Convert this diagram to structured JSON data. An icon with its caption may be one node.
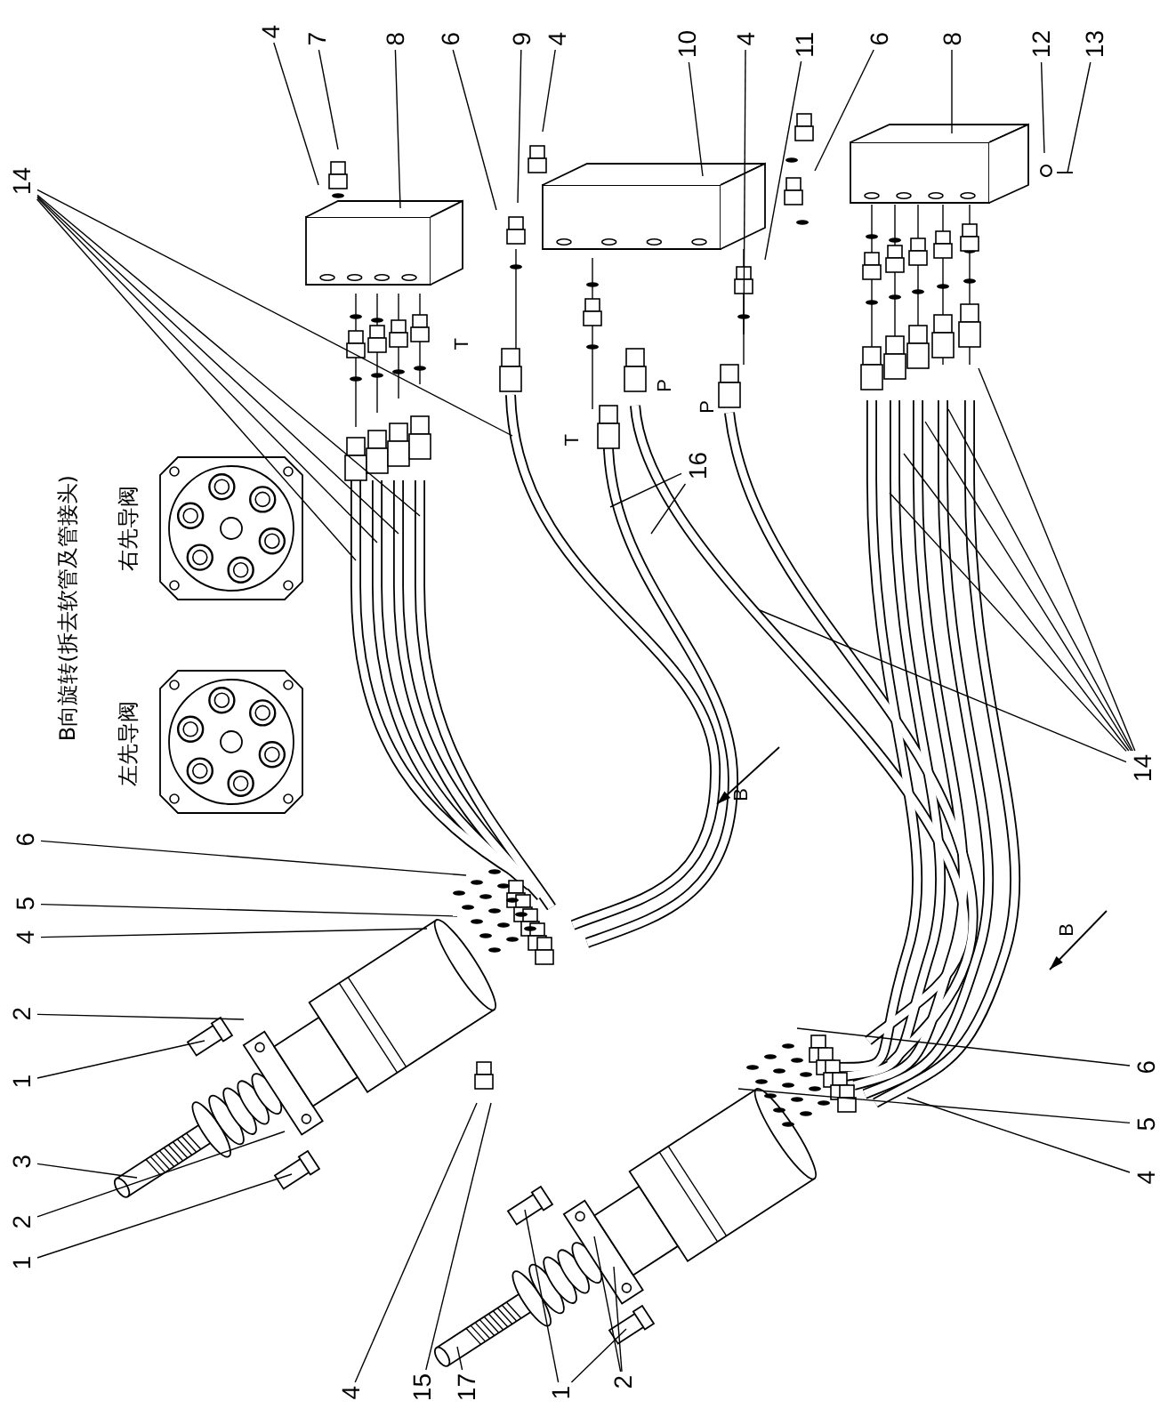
{
  "diagram": {
    "nodes": [
      {
        "text": [
          "4"
        ]
      },
      {
        "text": [
          "7"
        ]
      },
      {
        "text": [
          "8"
        ]
      },
      {
        "text": [
          "6"
        ]
      },
      {
        "text": [
          "9"
        ]
      },
      {
        "text": [
          "4"
        ]
      },
      {
        "text": [
          "10"
        ]
      },
      {
        "text": [
          "4"
        ]
      },
      {
        "text": [
          "11"
        ]
      },
      {
        "text": [
          "6"
        ]
      },
      {
        "text": [
          "8"
        ]
      },
      {
        "text": [
          "12"
        ]
      },
      {
        "text": [
          "13"
        ]
      },
      {
        "text": [
          "14"
        ]
      },
      {
        "text": [
          "16"
        ]
      },
      {
        "text": [
          "14"
        ]
      },
      {
        "text": [
          "6"
        ]
      },
      {
        "text": [
          "5"
        ]
      },
      {
        "text": [
          "4"
        ]
      },
      {
        "text": [
          "2"
        ]
      },
      {
        "text": [
          "1"
        ]
      },
      {
        "text": [
          "6"
        ]
      },
      {
        "text": [
          "5"
        ]
      },
      {
        "text": [
          "3"
        ]
      },
      {
        "text": [
          "4"
        ]
      },
      {
        "text": [
          "2"
        ]
      },
      {
        "text": [
          "1"
        ]
      },
      {
        "text": [
          "4"
        ]
      },
      {
        "text": [
          "15"
        ]
      },
      {
        "text": [
          "17"
        ]
      },
      {
        "text": [
          "1"
        ]
      },
      {
        "text": [
          "2"
        ]
      }
    ],
    "edges": [
      {
        "from": 0,
        "to": null,
        "arrow": "none"
      },
      {
        "from": 1,
        "to": null,
        "arrow": "none"
      },
      {
        "from": 2,
        "to": null,
        "arrow": "none"
      },
      {
        "from": 3,
        "to": null,
        "arrow": "none"
      },
      {
        "from": 4,
        "to": null,
        "arrow": "none"
      },
      {
        "from": 5,
        "to": null,
        "arrow": "none"
      },
      {
        "from": 6,
        "to": null,
        "arrow": "none"
      },
      {
        "from": 7,
        "to": null,
        "arrow": "none"
      },
      {
        "from": 8,
        "to": null,
        "arrow": "none"
      },
      {
        "from": 9,
        "to": null,
        "arrow": "none"
      },
      {
        "from": 10,
        "to": null,
        "arrow": "none"
      },
      {
        "from": 11,
        "to": null,
        "arrow": "none"
      },
      {
        "from": 12,
        "to": null,
        "arrow": "none"
      },
      {
        "from": 13,
        "to": null,
        "arrow": "none"
      },
      {
        "from": 13,
        "to": null,
        "arrow": "none"
      },
      {
        "from": 13,
        "to": null,
        "arrow": "none"
      },
      {
        "from": 13,
        "to": null,
        "arrow": "none"
      },
      {
        "from": 13,
        "to": null,
        "arrow": "none"
      },
      {
        "from": 14,
        "to": null,
        "arrow": "none"
      },
      {
        "from": 14,
        "to": null,
        "arrow": "none"
      },
      {
        "from": 15,
        "to": null,
        "arrow": "none"
      },
      {
        "from": 15,
        "to": null,
        "arrow": "none"
      },
      {
        "from": 15,
        "to": null,
        "arrow": "none"
      },
      {
        "from": 15,
        "to": null,
        "arrow": "none"
      },
      {
        "from": 15,
        "to": null,
        "arrow": "none"
      },
      {
        "from": 15,
        "to": null,
        "arrow": "none"
      },
      {
        "from": 16,
        "to": null,
        "arrow": "none"
      },
      {
        "from": 17,
        "to": null,
        "arrow": "none"
      },
      {
        "from": 18,
        "to": null,
        "arrow": "none"
      },
      {
        "from": 19,
        "to": null,
        "arrow": "none"
      },
      {
        "from": 20,
        "to": null,
        "arrow": "none"
      },
      {
        "from": 21,
        "to": null,
        "arrow": "none"
      },
      {
        "from": 22,
        "to": null,
        "arrow": "none"
      },
      {
        "from": 23,
        "to": null,
        "arrow": "none"
      },
      {
        "from": 24,
        "to": null,
        "arrow": "none"
      },
      {
        "from": 25,
        "to": null,
        "arrow": "none"
      },
      {
        "from": 26,
        "to": null,
        "arrow": "none"
      },
      {
        "from": 27,
        "to": null,
        "arrow": "none"
      },
      {
        "from": 28,
        "to": null,
        "arrow": "none"
      },
      {
        "from": 29,
        "to": null,
        "arrow": "none"
      },
      {
        "from": 30,
        "to": null,
        "arrow": "none"
      },
      {
        "from": 30,
        "to": null,
        "arrow": "none"
      },
      {
        "from": 31,
        "to": null,
        "arrow": "none"
      },
      {
        "from": 31,
        "to": null,
        "arrow": "none"
      }
    ],
    "labels": [
      "B向旋转(拆去软管及管接头)",
      "右先导阀",
      "左先导阀",
      "T",
      "T",
      "P",
      "P",
      "B",
      "B"
    ]
  }
}
